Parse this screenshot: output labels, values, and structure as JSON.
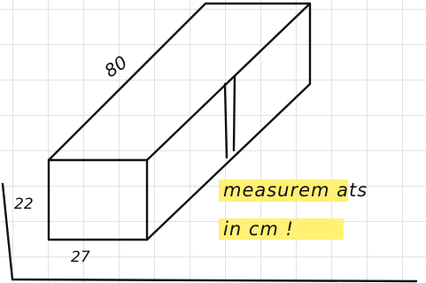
{
  "diagram": {
    "labels": {
      "length": "80",
      "height": "22",
      "width": "27"
    },
    "note": {
      "line1": "measurem ats",
      "line2": "in cm !"
    },
    "colors": {
      "ink": "#111111",
      "highlight": "#fff176",
      "grid": "#e2e2e2"
    }
  }
}
